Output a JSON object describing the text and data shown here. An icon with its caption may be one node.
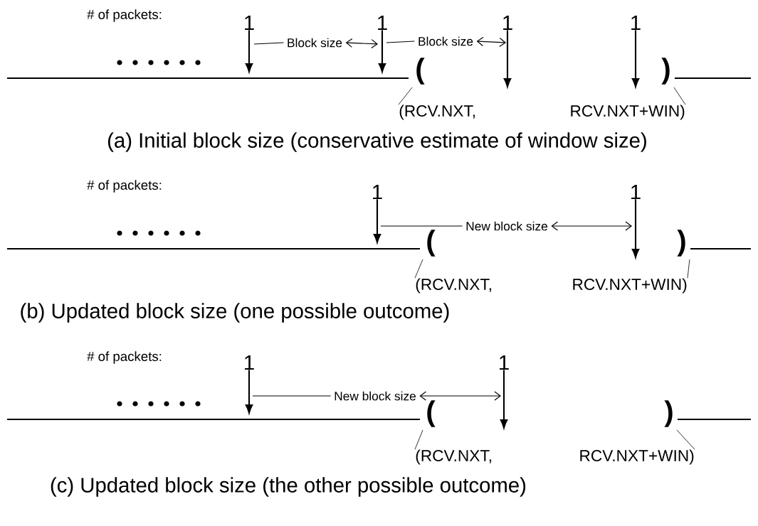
{
  "diagram": {
    "nodes": [
      {
        "text": [
          "1"
        ]
      },
      {
        "text": [
          "1"
        ]
      },
      {
        "text": [
          "1"
        ]
      },
      {
        "text": [
          "1"
        ]
      },
      {
        "text": [
          "("
        ]
      },
      {
        "text": [
          ")"
        ]
      },
      {
        "text": [
          "(RCV.NXT,"
        ]
      },
      {
        "text": [
          "RCV.NXT+WIN)"
        ]
      },
      {
        "text": [
          "1"
        ]
      },
      {
        "text": [
          "1"
        ]
      },
      {
        "text": [
          "("
        ]
      },
      {
        "text": [
          ")"
        ]
      },
      {
        "text": [
          "(RCV.NXT,"
        ]
      },
      {
        "text": [
          "RCV.NXT+WIN)"
        ]
      },
      {
        "text": [
          "1"
        ]
      },
      {
        "text": [
          "1"
        ]
      },
      {
        "text": [
          "("
        ]
      },
      {
        "text": [
          ")"
        ]
      },
      {
        "text": [
          "(RCV.NXT,"
        ]
      },
      {
        "text": [
          "RCV.NXT+WIN)"
        ]
      }
    ],
    "edges": [
      {
        "from": 0,
        "to": null,
        "arrow": "to"
      },
      {
        "from": 1,
        "to": null,
        "arrow": "to"
      },
      {
        "from": 2,
        "to": null,
        "arrow": "to"
      },
      {
        "from": 3,
        "to": null,
        "arrow": "to"
      },
      {
        "from": 6,
        "to": 4,
        "arrow": "none"
      },
      {
        "from": 7,
        "to": 5,
        "arrow": "none"
      },
      {
        "from": 8,
        "to": null,
        "arrow": "to"
      },
      {
        "from": 9,
        "to": null,
        "arrow": "to"
      },
      {
        "from": 12,
        "to": 10,
        "arrow": "none"
      },
      {
        "from": 13,
        "to": 11,
        "arrow": "none"
      },
      {
        "from": 14,
        "to": null,
        "arrow": "to"
      },
      {
        "from": 15,
        "to": null,
        "arrow": "to"
      },
      {
        "from": 18,
        "to": 16,
        "arrow": "none"
      },
      {
        "from": 19,
        "to": 17,
        "arrow": "none"
      }
    ],
    "labels": [
      "# of packets:",
      "Block size",
      "Block size",
      "(a) Initial block size (conservative estimate of window size)",
      "# of packets:",
      "New block size",
      "(b) Updated block size (one possible outcome)",
      "# of packets:",
      "New block size",
      "(c) Updated block size (the other possible outcome)"
    ]
  }
}
